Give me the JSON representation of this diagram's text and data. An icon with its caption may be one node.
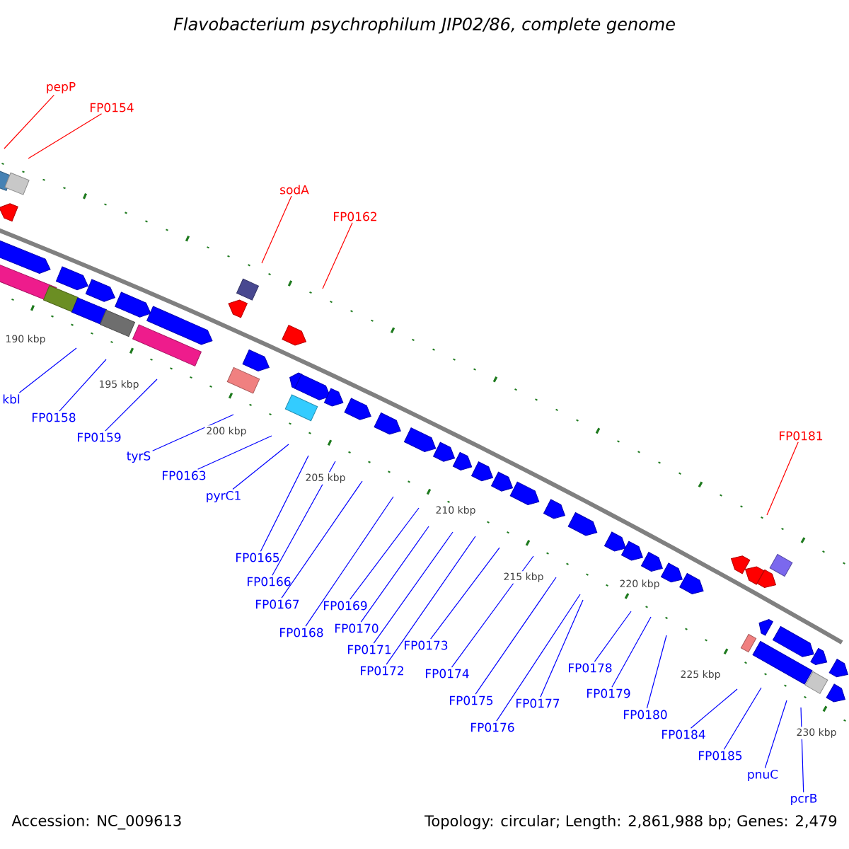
{
  "diagram": {
    "title": "Flavobacterium psychrophilum JIP02/86, complete genome",
    "nodes": [
      {
        "text": [
          "pepP"
        ]
      },
      {
        "text": [
          "FP0154"
        ]
      },
      {
        "text": [
          "sodA"
        ]
      },
      {
        "text": [
          "FP0162"
        ]
      },
      {
        "text": [
          "FP0181"
        ]
      },
      {
        "text": [
          "kbl"
        ]
      },
      {
        "text": [
          "FP0158"
        ]
      },
      {
        "text": [
          "FP0159"
        ]
      },
      {
        "text": [
          "tyrS"
        ]
      },
      {
        "text": [
          "FP0163"
        ]
      },
      {
        "text": [
          "pyrC1"
        ]
      },
      {
        "text": [
          "FP0165"
        ]
      },
      {
        "text": [
          "FP0166"
        ]
      },
      {
        "text": [
          "FP0167"
        ]
      },
      {
        "text": [
          "FP0168"
        ]
      },
      {
        "text": [
          "FP0169"
        ]
      },
      {
        "text": [
          "FP0170"
        ]
      },
      {
        "text": [
          "FP0171"
        ]
      },
      {
        "text": [
          "FP0172"
        ]
      },
      {
        "text": [
          "FP0173"
        ]
      },
      {
        "text": [
          "FP0174"
        ]
      },
      {
        "text": [
          "FP0175"
        ]
      },
      {
        "text": [
          "FP0176"
        ]
      },
      {
        "text": [
          "FP0177"
        ]
      },
      {
        "text": [
          "FP0178"
        ]
      },
      {
        "text": [
          "FP0179"
        ]
      },
      {
        "text": [
          "FP0180"
        ]
      },
      {
        "text": [
          "FP0184"
        ]
      },
      {
        "text": [
          "FP0185"
        ]
      },
      {
        "text": [
          "pnuC"
        ]
      },
      {
        "text": [
          "pcrB"
        ]
      }
    ],
    "edges": [
      {
        "from": 0,
        "to": null,
        "arrow": "none",
        "color": "#ff0000"
      },
      {
        "from": 1,
        "to": null,
        "arrow": "none",
        "color": "#ff0000"
      },
      {
        "from": 2,
        "to": null,
        "arrow": "none",
        "color": "#ff0000"
      },
      {
        "from": 3,
        "to": null,
        "arrow": "none",
        "color": "#ff0000"
      },
      {
        "from": 4,
        "to": null,
        "arrow": "none",
        "color": "#ff0000"
      },
      {
        "from": 5,
        "to": null,
        "arrow": "none"
      },
      {
        "from": 6,
        "to": null,
        "arrow": "none"
      },
      {
        "from": 7,
        "to": null,
        "arrow": "none"
      },
      {
        "from": 8,
        "to": null,
        "arrow": "none"
      },
      {
        "from": 9,
        "to": null,
        "arrow": "none"
      },
      {
        "from": 10,
        "to": null,
        "arrow": "none"
      },
      {
        "from": 11,
        "to": null,
        "arrow": "none"
      },
      {
        "from": 12,
        "to": null,
        "arrow": "none"
      },
      {
        "from": 13,
        "to": null,
        "arrow": "none"
      },
      {
        "from": 14,
        "to": null,
        "arrow": "none"
      },
      {
        "from": 15,
        "to": null,
        "arrow": "none"
      },
      {
        "from": 16,
        "to": null,
        "arrow": "none"
      },
      {
        "from": 17,
        "to": null,
        "arrow": "none"
      },
      {
        "from": 18,
        "to": null,
        "arrow": "none"
      },
      {
        "from": 19,
        "to": null,
        "arrow": "none"
      },
      {
        "from": 20,
        "to": null,
        "arrow": "none"
      },
      {
        "from": 21,
        "to": null,
        "arrow": "none"
      },
      {
        "from": 22,
        "to": null,
        "arrow": "none"
      },
      {
        "from": 23,
        "to": null,
        "arrow": "none"
      },
      {
        "from": 24,
        "to": null,
        "arrow": "none"
      },
      {
        "from": 25,
        "to": null,
        "arrow": "none"
      },
      {
        "from": 26,
        "to": null,
        "arrow": "none"
      },
      {
        "from": 27,
        "to": null,
        "arrow": "none"
      },
      {
        "from": 28,
        "to": null,
        "arrow": "none"
      },
      {
        "from": 29,
        "to": null,
        "arrow": "none"
      },
      {
        "from": 30,
        "to": null,
        "arrow": "none"
      }
    ],
    "labels": [
      "190 kbp",
      "195 kbp",
      "200 kbp",
      "205 kbp",
      "210 kbp",
      "215 kbp",
      "220 kbp",
      "225 kbp",
      "230 kbp",
      "Accession: NC_009613",
      "Topology: circular; Length: 2,861,988 bp; Genes: 2,479"
    ]
  }
}
